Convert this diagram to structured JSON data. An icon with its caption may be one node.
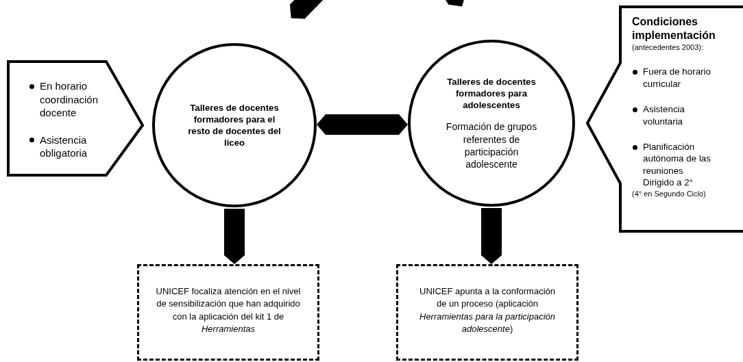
{
  "diagram": {
    "nodes": [
      {
        "text": [
          "En horario coordinación docente",
          "Asistencia obligatoria"
        ]
      },
      {
        "text": [
          "Talleres de docentes formadores para el resto de docentes del liceo"
        ]
      },
      {
        "text": [
          "Talleres de docentes formadores para adolescentes",
          "Formación de grupos referentes de participación adolescente"
        ]
      },
      {
        "text": [
          "Condiciones implementación",
          "(antecedentes 2003):",
          "Fuera de horario curricular",
          "Asistencia voluntaria",
          "Planificación autónoma de las reuniones",
          "Dirigido a 2°",
          "(4° en Segundo Ciclo)"
        ]
      },
      {
        "text": [
          "UNICEF focaliza atención en el nivel de sensibilización que han adquirido con la aplicación del kit 1 de *Herramientas*"
        ]
      },
      {
        "text": [
          "UNICEF apunta a la conformación de un proceso (aplicación *Herramientas para la participación adolescente*)"
        ]
      }
    ],
    "edges": [
      {
        "from": null,
        "to": 1,
        "arrow": "to"
      },
      {
        "from": null,
        "to": 2,
        "arrow": "to"
      },
      {
        "from": 1,
        "to": 2,
        "arrow": "both"
      },
      {
        "from": 1,
        "to": 4,
        "arrow": "to"
      },
      {
        "from": 2,
        "to": 5,
        "arrow": "to"
      }
    ]
  }
}
